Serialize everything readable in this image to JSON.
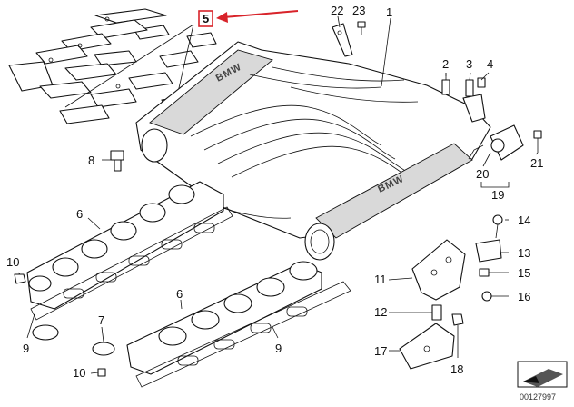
{
  "callouts": {
    "c1": "1",
    "c2": "2",
    "c3": "3",
    "c4": "4",
    "c5": "5",
    "c6a": "6",
    "c6b": "6",
    "c7": "7",
    "c8": "8",
    "c9a": "9",
    "c9b": "9",
    "c10a": "10",
    "c10b": "10",
    "c11": "11",
    "c12": "12",
    "c13": "13",
    "c14": "14",
    "c15": "15",
    "c16": "16",
    "c17": "17",
    "c18": "18",
    "c19": "19",
    "c20": "20",
    "c21": "21",
    "c22": "22",
    "c23": "23"
  },
  "emblem": {
    "front": "BMW",
    "rear": "BMW"
  },
  "diagram_number": "00127997",
  "colors": {
    "highlight": "#d8232a",
    "line": "#111111",
    "shade": "#d9d9d9"
  }
}
